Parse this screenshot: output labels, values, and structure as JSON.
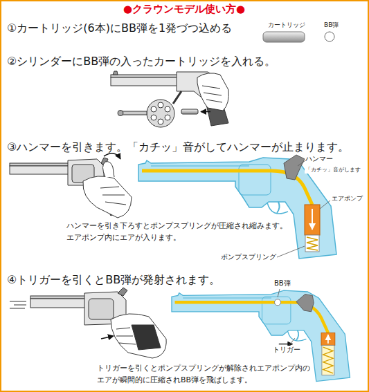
{
  "diagram": {
    "title": "●クラウンモデル使い方●",
    "labels": [
      "①カートリッジ(6本)にBB弾を1発づつ込める",
      "カートリッジ",
      "BB弾",
      "②シリンダーにBB弾の入ったカートリッジを入れる。",
      "③ハンマーを引きます。「カチッ」音がしてハンマーが止まります。",
      "ハンマー",
      "「カチッ」音がします",
      "エアポンプ",
      "ハンマーを引き下ろすとポンプスプリングが圧縮され縮みます。 エアポンプ内にエアが入ります。",
      "ポンプスプリング",
      "④トリガーを引くとBB弾が発射されます。",
      "BB弾",
      "トリガー",
      "トリガーを引くとポンプスプリングが解除されエアポンプ内の エアが瞬間的に圧縮されBB弾を飛ばします。"
    ]
  }
}
